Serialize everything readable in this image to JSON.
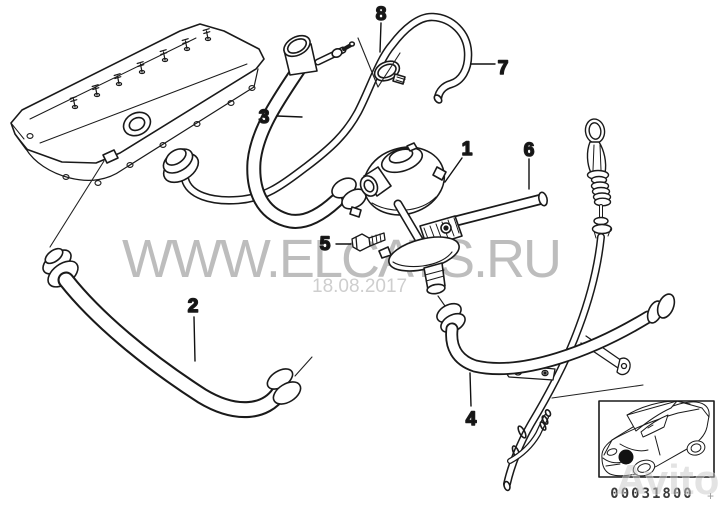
{
  "watermarks": {
    "site": "WWW.ELCATS.RU",
    "date": "18.08.2017",
    "brand": "Avito",
    "plus": "+"
  },
  "inset": {
    "part_code": "00031800"
  },
  "callouts": {
    "c1": "1",
    "c2": "2",
    "c3": "3",
    "c4": "4",
    "c5": "5",
    "c6": "6",
    "c7": "7",
    "c8": "8"
  },
  "colors": {
    "line": "#1a1a1a",
    "watermark": "#b2b2b2",
    "watermark_date": "#c9c9c9",
    "brand_watermark": "#c8c8c8",
    "code_text": "#3c3c3c",
    "dot": "#111111"
  }
}
